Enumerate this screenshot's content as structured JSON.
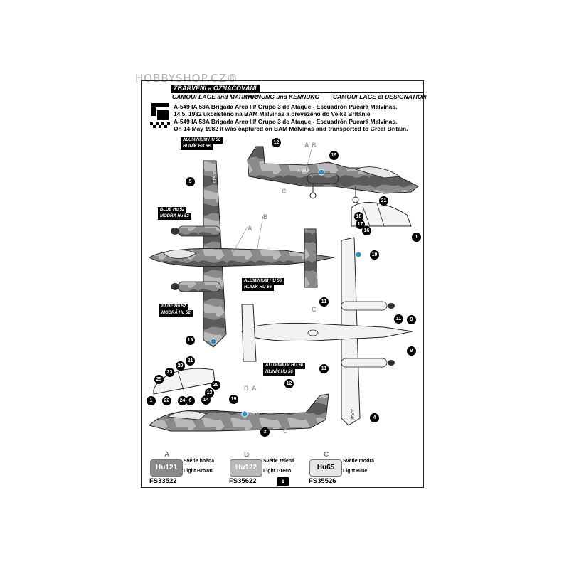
{
  "watermark": "HOBBYSHOP.CZ®",
  "header": {
    "title_cz": "ZBARVENÍ a OZNAČOVÁNÍ",
    "title_en": "CAMOUFLAGE and MARKING",
    "title_de": "TARNUNG und KENNUNG",
    "title_fr": "CAMOUFLAGE et DESIGNATION"
  },
  "description": {
    "line1": "A-549 IA 58A Brigada Area III/ Grupo 3 de Ataque - Escuadrón Pucará Malvinas.",
    "line2": "14.5. 1982 ukořistěno na BAM Malvinas a převezeno do Velké Británie",
    "line3": "A-549 IA 58A Brigada Area III/ Grupo 3 de Ataque - Escuadrón Pucará Malvinas.",
    "line4": "On 14 May 1982 it was captured on BAM Malvinas and transported to Great Britain."
  },
  "tags": {
    "alu_top1": "ALUMINIUM HU 56",
    "alu_top2": "HLINÍK HU 56",
    "blue1_a": "BLUE Hu 52",
    "blue1_b": "MODRÁ Hu 52",
    "alu_mid1": "ALUMINIUM HU 56",
    "alu_mid2": "HLINÍK HU 56",
    "blue2_a": "BLUE Hu 52",
    "blue2_b": "MODRÁ Hu 52",
    "alu_bot1": "ALUMINIUM HU 56",
    "alu_bot2": "HLINÍK HU 56"
  },
  "callouts": {
    "c1": "12",
    "c2": "19",
    "c3": "5",
    "c4": "21",
    "c5": "18",
    "c6": "17",
    "c7": "16",
    "c8": "1",
    "c9": "19",
    "c10": "11",
    "c11": "11",
    "c12": "9",
    "c13": "9",
    "c14": "19",
    "c15": "11",
    "c16": "21",
    "c17": "20",
    "c18": "23",
    "c19": "25",
    "c20": "20",
    "c21": "13",
    "c22": "14",
    "c23": "1",
    "c24": "22",
    "c25": "24",
    "c26": "12",
    "c27": "19",
    "c28": "3",
    "c29": "4",
    "c30": "6"
  },
  "letters": {
    "l1": "A",
    "l2": "B",
    "l3": "C",
    "l4": "B",
    "l5": "A",
    "l6": "C",
    "l7": "B",
    "l8": "A",
    "l9": "C"
  },
  "serials": {
    "s1": "A-549",
    "s2": "A-549",
    "s3": "A-549",
    "s4": "A-549"
  },
  "swatches": [
    {
      "letter": "A",
      "code": "Hu121",
      "name_cz": "Světle hnědá",
      "name_en": "Light Brown",
      "fs": "FS33522",
      "color": "#8c8a86",
      "text_color": "#ffffff"
    },
    {
      "letter": "B",
      "code": "Hu122",
      "name_cz": "Světle zelená",
      "name_en": "Light Green",
      "fs": "FS35622",
      "color": "#b8b8b6",
      "text_color": "#ffffff"
    },
    {
      "letter": "C",
      "code": "Hu65",
      "name_cz": "Světle modrá",
      "name_en": "Light Blue",
      "fs": "FS35526",
      "color": "#e6e6e6",
      "text_color": "#000000"
    }
  ],
  "page_number": "8",
  "colors": {
    "camo_dark": "#5a5a5a",
    "camo_mid": "#8a8a8a",
    "camo_light": "#b9b9b9",
    "underside": "#f2f2f2",
    "roundel": "#2a8fc4"
  }
}
